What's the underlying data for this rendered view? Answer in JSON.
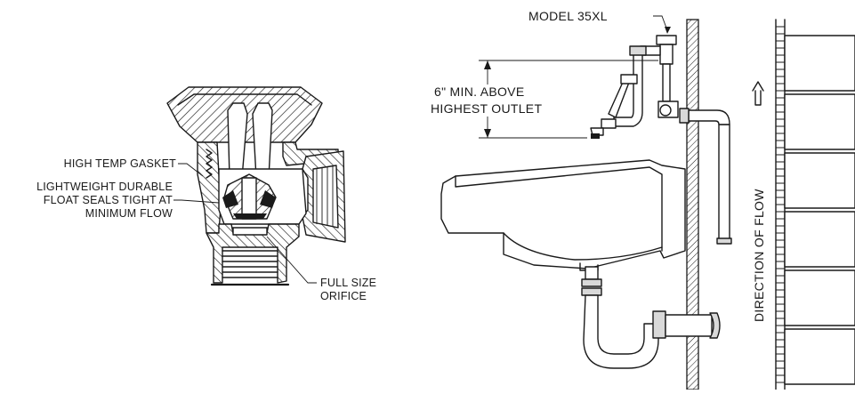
{
  "valve_labels": {
    "gasket": "HIGH TEMP GASKET",
    "float_line1": "LIGHTWEIGHT DURABLE",
    "float_line2": "FLOAT SEALS TIGHT AT",
    "float_line3": "MINIMUM FLOW",
    "orifice_line1": "FULL SIZE",
    "orifice_line2": "ORIFICE"
  },
  "installation_labels": {
    "model": "MODEL 35XL",
    "height_line1": "6\" MIN. ABOVE",
    "height_line2": "HIGHEST OUTLET",
    "flow": "DIRECTION OF FLOW"
  }
}
